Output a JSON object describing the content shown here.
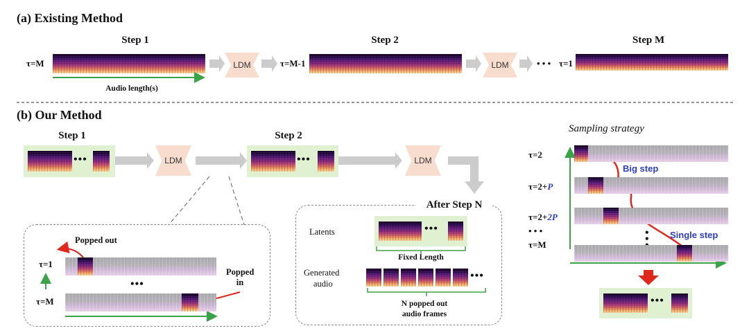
{
  "section_a": {
    "title": "(a) Existing Method",
    "step1": "Step 1",
    "step2": "Step 2",
    "stepM": "Step M",
    "tau_M": "τ=M",
    "tau_M1": "τ=M-1",
    "tau_1": "τ=1",
    "ldm1": "LDM",
    "ldm2": "LDM",
    "ellipsis": "• • •",
    "audio_length": "Audio length(s)"
  },
  "section_b": {
    "title": "(b) Our Method",
    "step1": "Step 1",
    "step2": "Step 2",
    "ldm1": "LDM",
    "ldm2": "LDM",
    "dots": "•••",
    "zoom": {
      "popped_out": "Popped out",
      "popped_in_1": "Popped",
      "popped_in_2": "in",
      "tau_1": "τ=1",
      "tau_M": "τ=M",
      "dots": "•••"
    },
    "after": {
      "title": "After Step N",
      "latents": "Latents",
      "generated_1": "Generated",
      "generated_2": "audio",
      "fixed_length": "Fixed Length",
      "popped_frames_1": "N popped out",
      "popped_frames_2": "audio frames",
      "dots": "•••"
    },
    "sampling": {
      "title": "Sampling strategy",
      "tau_2": "τ=2",
      "tau_2P_prefix": "τ=2+",
      "tau_2P_suffix": "P",
      "tau_22P_prefix": "τ=2+",
      "tau_22P_suffix": "2P",
      "tau_dots": "• • •",
      "tau_M": "τ=M",
      "big_step": "Big step",
      "single_step": "Single step",
      "colors": {
        "step_label": "#2b3ec4",
        "arrow": "#e0291d",
        "axis": "#3aa247"
      }
    }
  },
  "colors": {
    "ldm_fill": "#f8dccd",
    "green_box": "#e0f1d2",
    "panel_bg": "#e9f0fa",
    "arrow_gray": "#cccccc"
  }
}
